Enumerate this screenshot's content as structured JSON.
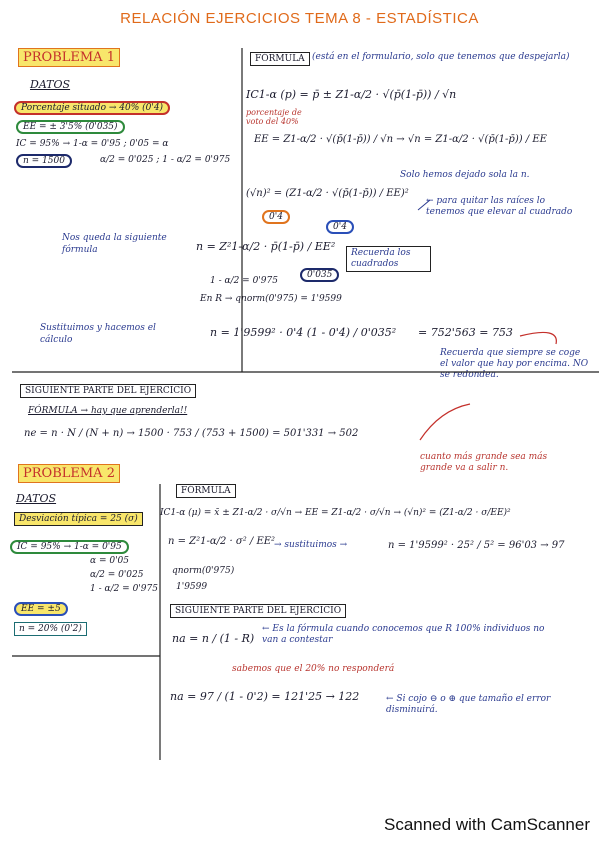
{
  "title": "RELACIÓN EJERCICIOS TEMA 8 - ESTADÍSTICA",
  "p1": {
    "heading": "PROBLEMA 1",
    "datos": "DATOS",
    "d1": "Porcentaje situado → 40% (0'4)",
    "d2": "EE = ± 3'5% (0'035)",
    "d3": "IC = 95% → 1-α = 0'95 ; 0'05 = α",
    "d4": "α/2 = 0'025 ; 1 - α/2 = 0'975",
    "d5": "n = 1500",
    "formula_label": "FÓRMULA",
    "formula_note": "(está en el formulario, solo que tenemos que despejarla)",
    "f1": "IC1-α (p) = p̄ ± Z1-α/2 · √(p̄(1-p̄)) / √n",
    "f1_note": "porcentaje de voto del 40%",
    "f2": "EE = Z1-α/2 · √(p̄(1-p̄)) / √n  →  √n = Z1-α/2 · √(p̄(1-p̄)) / EE",
    "f2_note": "Solo hemos dejado sola la n.",
    "f3": "(√n)² = (Z1-α/2 · √(p̄(1-p̄)) / EE)²",
    "f3_note": "← para quitar las raíces lo tenemos que elevar al cuadrado",
    "queda": "Nos queda la siguiente fórmula",
    "f4": "n = Z²1-α/2 · p̄(1-p̄) / EE²",
    "tag_p": "0'4",
    "tag_p2": "0'4",
    "tag_ee": "0'035",
    "recuerda_sq": "Recuerda los cuadrados",
    "z1": "1 - α/2 = 0'975",
    "z2": "En R → qnorm(0'975) = 1'9599",
    "sustituimos": "Sustituimos y hacemos el cálculo",
    "calc": "n = 1'9599² · 0'4 (1 - 0'4) / 0'035²",
    "calc_result": "= 752'563 = 753",
    "calc_note": "Recuerda que siempre se coge el valor que hay por encima. NO se redondea.",
    "siguiente": "SIGUIENTE PARTE DEL EJERCICIO",
    "formula2": "FÓRMULA → hay que aprenderla!!",
    "ne": "ne = n · N / (N + n)  →  1500 · 753 / (753 + 1500) = 501'331 → 502",
    "ne_note": "cuanto más grande sea más grande va a salir n."
  },
  "p2": {
    "heading": "PROBLEMA 2",
    "datos": "DATOS",
    "d1": "Desviación típica = 25 (σ)",
    "d2": "IC = 95% → 1-α = 0'95",
    "d3": "α = 0'05",
    "d4": "α/2 = 0'025",
    "d5": "1 - α/2 = 0'975",
    "d6": "EE = ±5",
    "d7": "n = 20% (0'2)",
    "formula_label": "FÓRMULA",
    "f1": "IC1-α (μ) = x̄ ± Z1-α/2 · σ/√n  →  EE = Z1-α/2 · σ/√n  →  (√n)² = (Z1-α/2 · σ/EE)²",
    "f2": "n = Z²1-α/2 · σ² / EE²",
    "sust": "→ sustituimos →",
    "calc": "n = 1'9599² · 25² / 5² = 96'03 → 97",
    "q1": "qnorm(0'975)",
    "q2": "1'9599",
    "siguiente": "SIGUIENTE PARTE DEL EJERCICIO",
    "na": "na = n / (1 - R)",
    "na_note": "← Es la fórmula cuando conocemos que R 100% individuos no van a contestar",
    "sabemos": "sabemos que el 20% no responderá",
    "na_calc": "na = 97 / (1 - 0'2) = 121'25 → 122",
    "na_note2": "← Si cojo ⊖ o ⊕ que tamaño el error disminuirá."
  },
  "footer": "Scanned with CamScanner"
}
